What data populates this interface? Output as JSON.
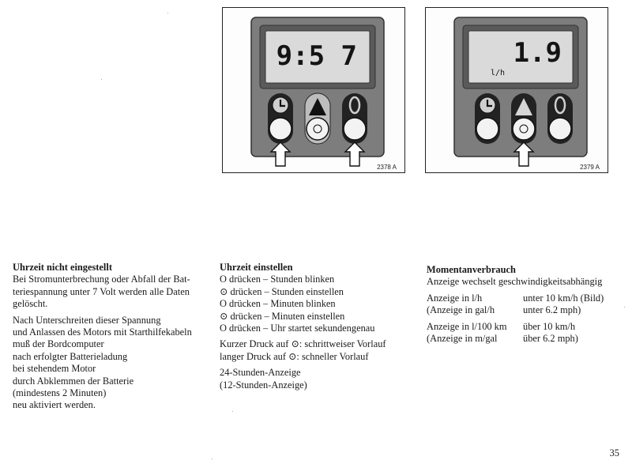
{
  "figures": [
    {
      "id": "2378 A",
      "display": {
        "value": "9:5 7",
        "unit": ""
      },
      "buttons": [
        {
          "top_icon": "clock-icon",
          "highlight_lower": false
        },
        {
          "top_icon": "up-triangle-icon",
          "highlight_lower": false
        },
        {
          "top_icon": "zero-icon",
          "highlight_lower": false
        }
      ],
      "pressed": [
        "clock-button",
        "zero-button"
      ]
    },
    {
      "id": "2379 A",
      "display": {
        "value": "1.9",
        "unit": "l/h"
      },
      "buttons": [
        {
          "top_icon": "clock-icon",
          "highlight_lower": false
        },
        {
          "top_icon": "up-triangle-icon",
          "highlight_lower": true
        },
        {
          "top_icon": "zero-icon",
          "highlight_lower": false
        }
      ],
      "pressed": [
        "triangle-button"
      ]
    }
  ],
  "col1": {
    "heading": "Uhrzeit nicht eingestellt",
    "para1": [
      "Bei Stromunterbrechung oder Abfall der Bat-",
      "teriespannung unter 7 Volt werden alle Daten",
      "gelöscht."
    ],
    "para2": [
      "Nach Unterschreiten dieser Spannung",
      "und Anlassen des Motors mit Starthilfekabeln",
      "muß der Bordcomputer",
      "nach erfolgter Batterieladung",
      "bei stehendem Motor",
      "durch Abklemmen der Batterie",
      "(mindestens 2 Minuten)",
      "neu aktiviert werden."
    ]
  },
  "col2": {
    "heading": "Uhrzeit einstellen",
    "steps": [
      "O drücken – Stunden blinken",
      "⊙ drücken – Stunden einstellen",
      "O drücken – Minuten blinken",
      "⊙ drücken – Minuten einstellen",
      "O drücken – Uhr startet sekundengenau"
    ],
    "press": [
      "Kurzer Druck auf ⊙: schrittweiser Vorlauf",
      "langer Druck auf ⊙: schneller Vorlauf"
    ],
    "format": [
      "24-Stunden-Anzeige",
      "(12-Stunden-Anzeige)"
    ]
  },
  "col3": {
    "heading": "Momentanverbrauch",
    "intro": "Anzeige wechselt geschwindigkeitsabhängig",
    "rows": [
      [
        "Anzeige in l/h",
        "unter 10 km/h (Bild)"
      ],
      [
        "(Anzeige in gal/h",
        "unter 6.2 mph)"
      ],
      [
        "Anzeige in l/100 km",
        "über 10 km/h"
      ],
      [
        "(Anzeige in m/gal",
        "über 6.2 mph)"
      ]
    ]
  },
  "page_number": "35"
}
